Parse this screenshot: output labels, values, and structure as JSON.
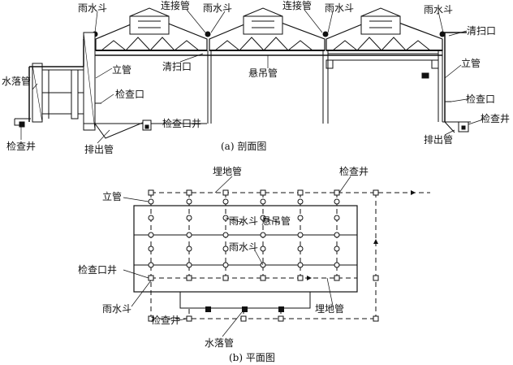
{
  "section": {
    "labels": {
      "rain_bucket_1": "雨水斗",
      "connecting_pipe_1": "连接管",
      "rain_bucket_2": "雨水斗",
      "connecting_pipe_2": "连接管",
      "rain_bucket_3": "雨水斗",
      "rain_bucket_4": "雨水斗",
      "cleanout_right": "清扫口",
      "cleanout_mid": "清扫口",
      "riser_left": "立管",
      "riser_right": "立管",
      "downspout": "水落管",
      "hanging_pipe": "悬吊管",
      "inspection_port_left": "检查口",
      "inspection_port_right": "检查口",
      "inspection_well_left": "检查井",
      "inspection_port_well": "检查口井",
      "inspection_well_right": "检查井",
      "discharge_left": "排出管",
      "discharge_right": "排出管"
    },
    "caption": "(a)  剖面图"
  },
  "plan": {
    "labels": {
      "buried_pipe_top": "埋地管",
      "inspection_well_top": "检查井",
      "riser": "立管",
      "rain_bucket_hanging": "雨水斗",
      "hanging_pipe": "悬吊管",
      "rain_bucket_inner": "雨水斗",
      "inspection_port_well": "检查口井",
      "rain_bucket_bottom": "雨水斗",
      "buried_pipe_bottom": "埋地管",
      "inspection_well_bottom": "检查井",
      "downspout": "水落管"
    },
    "caption": "(b)  平面图"
  }
}
